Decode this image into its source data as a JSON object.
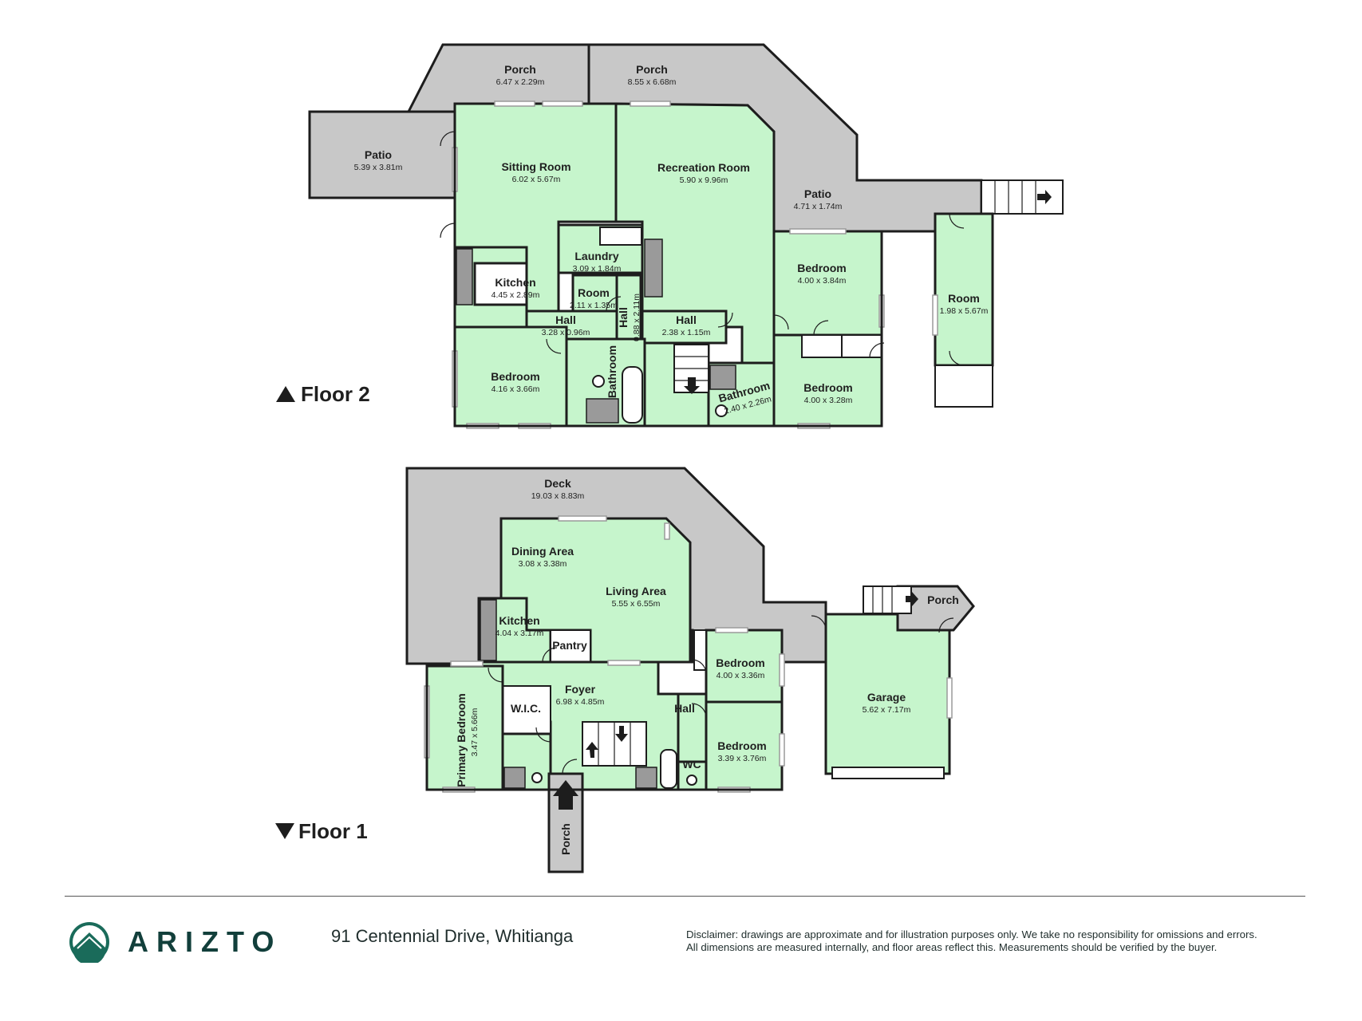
{
  "brand": {
    "name": "ARIZTO",
    "accent_color": "#1a6b5a",
    "dark_color": "#123f3b",
    "logo_icon": "mountain-circle-icon"
  },
  "address": "91 Centennial Drive, Whitianga",
  "disclaimer": {
    "line1": "Disclaimer: drawings are approximate and for illustration purposes only. We take no responsibility for omissions and errors.",
    "line2": "All dimensions are measured internally, and floor areas reflect this. Measurements should be verified by the buyer."
  },
  "colors": {
    "room": "#c6f5cc",
    "outdoor": "#c8c8c8",
    "wall": "#1d1d1d"
  },
  "floors": {
    "floor2": {
      "label": "Floor 2",
      "marker_icon": "triangle-up-icon",
      "rooms": [
        {
          "name": "Porch",
          "dims": "6.47 x 2.29m"
        },
        {
          "name": "Porch",
          "dims": "8.55 x 6.68m"
        },
        {
          "name": "Patio",
          "dims": "5.39 x 3.81m"
        },
        {
          "name": "Sitting Room",
          "dims": "6.02 x 5.67m"
        },
        {
          "name": "Recreation Room",
          "dims": "5.90 x 9.96m"
        },
        {
          "name": "Patio",
          "dims": "4.71 x 1.74m"
        },
        {
          "name": "Laundry",
          "dims": "3.09 x 1.84m"
        },
        {
          "name": "Kitchen",
          "dims": "4.45 x 2.89m"
        },
        {
          "name": "Room",
          "dims": "2.11 x 1.35m"
        },
        {
          "name": "Bedroom",
          "dims": "4.00 x 3.84m"
        },
        {
          "name": "Room",
          "dims": "1.98 x 5.67m"
        },
        {
          "name": "Hall",
          "dims": "3.28 x 0.96m"
        },
        {
          "name": "Hall",
          "dims": "0.88 x 2.11m"
        },
        {
          "name": "Hall",
          "dims": "2.38 x 1.15m"
        },
        {
          "name": "Bedroom",
          "dims": "4.16 x 3.66m"
        },
        {
          "name": "Bathroom",
          "dims": ""
        },
        {
          "name": "Bathroom",
          "dims": "2.40 x 2.26m"
        },
        {
          "name": "Bedroom",
          "dims": "4.00 x 3.28m"
        }
      ]
    },
    "floor1": {
      "label": "Floor 1",
      "marker_icon": "triangle-down-icon",
      "rooms": [
        {
          "name": "Deck",
          "dims": "19.03 x 8.83m"
        },
        {
          "name": "Dining Area",
          "dims": "3.08 x 3.38m"
        },
        {
          "name": "Living Area",
          "dims": "5.55 x 6.55m"
        },
        {
          "name": "Kitchen",
          "dims": "4.04 x 3.17m"
        },
        {
          "name": "Pantry",
          "dims": ""
        },
        {
          "name": "Porch",
          "dims": ""
        },
        {
          "name": "Bedroom",
          "dims": "4.00 x 3.36m"
        },
        {
          "name": "Garage",
          "dims": "5.62 x 7.17m"
        },
        {
          "name": "Foyer",
          "dims": "6.98 x 4.85m"
        },
        {
          "name": "W.I.C.",
          "dims": ""
        },
        {
          "name": "Primary Bedroom",
          "dims": "3.47 x 5.66m"
        },
        {
          "name": "Hall",
          "dims": ""
        },
        {
          "name": "Bedroom",
          "dims": "3.39 x 3.76m"
        },
        {
          "name": "WC",
          "dims": ""
        },
        {
          "name": "Porch",
          "dims": ""
        }
      ]
    }
  }
}
